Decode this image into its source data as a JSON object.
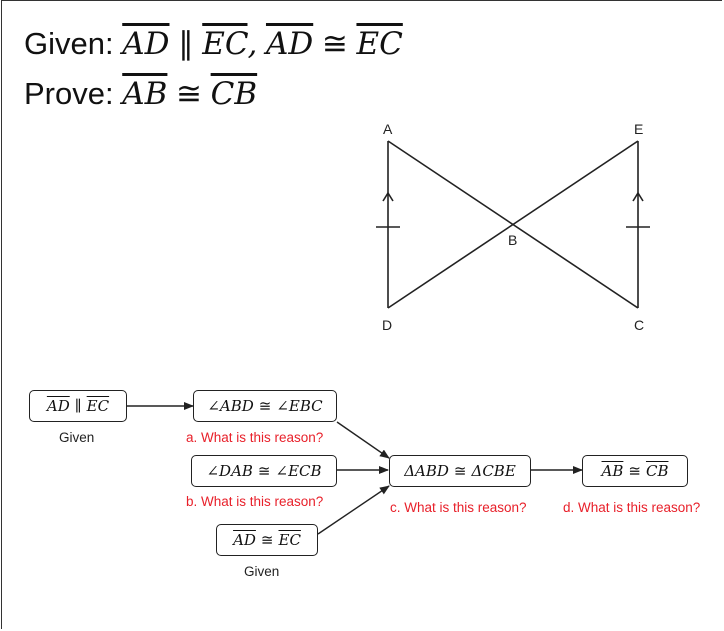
{
  "header": {
    "given_label": "Given:",
    "given_seg1": "AD",
    "given_rel1": "∥",
    "given_seg2": "EC",
    "given_sep": ",",
    "given_seg3": "AD",
    "given_rel2": "≅",
    "given_seg4": "EC",
    "prove_label": "Prove:",
    "prove_seg1": "AB",
    "prove_rel": "≅",
    "prove_seg2": "CB"
  },
  "figure": {
    "points": {
      "A": "A",
      "E": "E",
      "B": "B",
      "D": "D",
      "C": "C"
    }
  },
  "flowchart": {
    "box1": {
      "left": "AD",
      "rel": "∥",
      "right": "EC",
      "reason": "Given"
    },
    "box2": {
      "left": "∠ABD",
      "rel": "≅",
      "right": "∠EBC",
      "reason": "a. What is this reason?"
    },
    "box3": {
      "left": "∠DAB",
      "rel": "≅",
      "right": "∠ECB",
      "reason": "b. What is this reason?"
    },
    "box4": {
      "left": "AD",
      "rel": "≅",
      "right": "EC",
      "reason": "Given"
    },
    "box5": {
      "left": "ΔABD",
      "rel": "≅",
      "right": "ΔCBE",
      "reason": "c. What is this reason?"
    },
    "box6": {
      "left": "AB",
      "rel": "≅",
      "right": "CB",
      "reason": "d. What is this reason?"
    }
  },
  "colors": {
    "reason_red": "#e8202a",
    "line": "#222222"
  }
}
